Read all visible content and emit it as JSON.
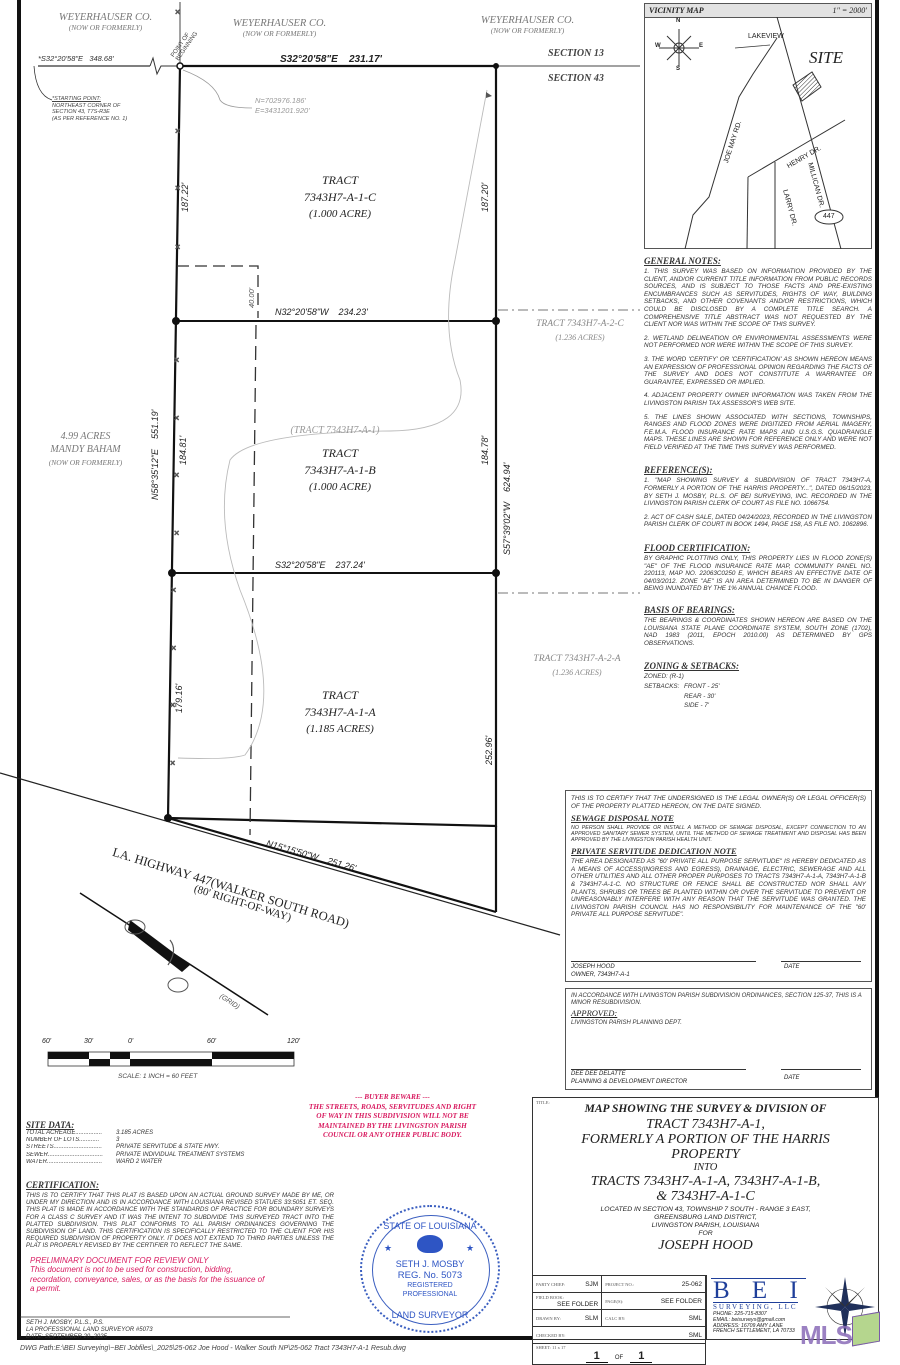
{
  "plat": {
    "adjoiners": {
      "north_left": {
        "name": "WEYERHAUSER CO.",
        "status": "(NOW OR FORMERLY)"
      },
      "north_right": {
        "name": "WEYERHAUSER CO.",
        "status": "(NOW OR FORMERLY)"
      },
      "west": {
        "acres": "4.99 ACRES",
        "name": "MANDY BAHAM",
        "status": "(NOW OR FORMERLY)"
      },
      "east_upper": {
        "name": "TRACT 7343H7-A-2-C",
        "acres": "(1.236 ACRES)"
      },
      "east_lower": {
        "name": "TRACT 7343H7-A-2-A",
        "acres": "(1.236 ACRES)"
      }
    },
    "starting_point": {
      "bearing": "*S32°20'58\"E",
      "distance": "348.68'",
      "label": "*STARTING POINT:",
      "lines": [
        "NORTHEAST CORNER OF",
        "SECTION 43, T7S-R3E",
        "(AS PER REFERENCE NO. 1)"
      ]
    },
    "point_of_beginning": {
      "label": "POINT OF BEGINNING",
      "north": "N=702976.186'",
      "east": "E=3431201.920'"
    },
    "sections": {
      "upper": "SECTION 13",
      "lower": "SECTION 43"
    },
    "boundary_calls": {
      "north": "S32°20'58\"E    231.17'",
      "line_c_b": "N32°20'58\"W    234.23'",
      "line_b_a": "S32°20'58\"E    237.24'",
      "south": "N15°15'50\"W    251.26'",
      "west_total": "N58°35'12\"E    551.19'",
      "east_total": "S57°39'02\"W    624.94'",
      "west_c": "187.22'",
      "east_c": "187.20'",
      "west_b": "184.81'",
      "east_b": "184.78'",
      "west_a": "179.16'",
      "east_a": "252.96'",
      "servitude_width": "40.00'"
    },
    "tracts": [
      {
        "label": "TRACT",
        "id": "7343H7-A-1-C",
        "area": "(1.000 ACRE)"
      },
      {
        "label": "TRACT",
        "id": "7343H7-A-1-B",
        "area": "(1.000 ACRE)"
      },
      {
        "label": "TRACT",
        "id": "7343H7-A-1-A",
        "area": "(1.185 ACRES)"
      }
    ],
    "parent_tract": "(TRACT 7343H7-A-1)",
    "highway": {
      "name": "LA. HIGHWAY 447(WALKER SOUTH ROAD)",
      "row": "(80' RIGHT-OF-WAY)"
    },
    "north_arrow_label": "(GRID)",
    "scale_bar": {
      "ticks": [
        "60'",
        "30'",
        "0'",
        "60'",
        "120'"
      ],
      "caption": "SCALE: 1 INCH = 60 FEET"
    }
  },
  "vicinity_map": {
    "title": "VICINITY MAP",
    "scale": "1\" = 2000'",
    "site": "SITE",
    "compass": {
      "n": "N",
      "s": "S",
      "e": "E",
      "w": "W"
    },
    "roads": [
      "LAKEVIEW",
      "JOE MAY RD.",
      "HENRY DR.",
      "MILLICAN DR.",
      "LARRY DR."
    ],
    "highway_shield": "447"
  },
  "general_notes": {
    "title": "GENERAL NOTES:",
    "items": [
      "1. THIS SURVEY WAS BASED ON INFORMATION PROVIDED BY THE CLIENT, AND/OR CURRENT TITLE INFORMATION FROM PUBLIC RECORDS SOURCES, AND IS SUBJECT TO THOSE FACTS AND PRE-EXISTING ENCUMBRANCES SUCH AS SERVITUDES, RIGHTS OF WAY, BUILDING SETBACKS, AND OTHER COVENANTS AND/OR RESTRICTIONS, WHICH COULD BE DISCLOSED BY A COMPLETE TITLE SEARCH. A COMPREHENSIVE TITLE ABSTRACT WAS NOT REQUESTED BY THE CLIENT NOR WAS WITHIN THE SCOPE OF THIS SURVEY.",
      "2. WETLAND DELINEATION OR ENVIRONMENTAL ASSESSMENTS WERE NOT PERFORMED NOR WERE WITHIN THE SCOPE OF THIS SURVEY.",
      "3. THE WORD 'CERTIFY' OR 'CERTIFICATION' AS SHOWN HEREON MEANS AN EXPRESSION OF PROFESSIONAL OPINION REGARDING THE FACTS OF THE SURVEY AND DOES NOT CONSTITUTE A WARRANTEE OR GUARANTEE, EXPRESSED OR IMPLIED.",
      "4. ADJACENT PROPERTY OWNER INFORMATION WAS TAKEN FROM THE LIVINGSTON PARISH TAX ASSESSOR'S WEB SITE.",
      "5. THE LINES SHOWN ASSOCIATED WITH SECTIONS, TOWNSHIPS, RANGES AND FLOOD ZONES WERE DIGITIZED FROM AERIAL IMAGERY, F.E.M.A. FLOOD INSURANCE RATE MAPS AND U.S.G.S. QUADRANGLE MAPS. THESE LINES ARE SHOWN FOR REFERENCE ONLY AND WERE NOT FIELD VERIFIED AT THE TIME THIS SURVEY WAS PERFORMED."
    ]
  },
  "references": {
    "title": "REFERENCE(S):",
    "items": [
      "1. \"MAP SHOWING SURVEY & SUBDIVISION OF TRACT 7343H7-A, FORMERLY A PORTION OF THE HARRIS PROPERTY...\", DATED 06/15/2023, BY SETH J. MOSBY, P.L.S. OF BEI SURVEYING, INC. RECORDED IN THE LIVINGSTON PARISH CLERK OF COURT AS FILE NO. 1066754.",
      "2. ACT OF CASH SALE, DATED 04/24/2023, RECORDED IN THE LIVINGSTON PARISH CLERK OF COURT IN BOOK 1494, PAGE 158, AS FILE NO. 1062896."
    ]
  },
  "flood_certification": {
    "title": "FLOOD CERTIFICATION:",
    "text": "BY GRAPHIC PLOTTING ONLY, THIS PROPERTY LIES IN FLOOD ZONE(S) \"AE\" OF THE FLOOD INSURANCE RATE MAP, COMMUNITY PANEL NO. 220113, MAP NO. 22063C0250 E, WHICH BEARS AN EFFECTIVE DATE OF 04/03/2012. ZONE \"AE\" IS AN AREA DETERMINED TO BE IN DANGER OF BEING INUNDATED BY THE 1% ANNUAL CHANCE FLOOD."
  },
  "basis_of_bearings": {
    "title": "BASIS OF BEARINGS:",
    "text": "THE BEARINGS & COORDINATES SHOWN HEREON ARE BASED ON THE LOUISIANA STATE PLANE COORDINATE SYSTEM, SOUTH ZONE (1702), NAD 1983 (2011, EPOCH 2010.00) AS DETERMINED BY GPS OBSERVATIONS."
  },
  "zoning": {
    "title": "ZONING & SETBACKS:",
    "zoned": "ZONED:  (R-1)",
    "setbacks_label": "SETBACKS:",
    "front": "FRONT - 25'",
    "rear": "REAR - 30'",
    "side": "SIDE - 7'"
  },
  "owner_box": {
    "intro": "THIS IS TO CERTIFY THAT THE UNDERSIGNED IS THE LEGAL OWNER(S) OR LEGAL OFFICER(S) OF THE PROPERTY PLATTED HEREON, ON THE DATE SIGNED.",
    "sewage_title": "SEWAGE DISPOSAL NOTE",
    "sewage_text": "NO PERSON SHALL PROVIDE OR INSTALL A METHOD OF SEWAGE DISPOSAL, EXCEPT CONNECTION TO AN APPROVED SANITARY SEWER SYSTEM, UNTIL THE METHOD OF SEWAGE TREATMENT AND DISPOSAL HAS BEEN APPROVED BY THE LIVINGSTON PARISH HEALTH UNIT.",
    "servitude_title": "PRIVATE SERVITUDE DEDICATION NOTE",
    "servitude_text": "THE AREA DESIGNATED AS \"60' PRIVATE ALL PURPOSE SERVITUDE\" IS HEREBY DEDICATED AS A MEANS OF ACCESS(INGRESS AND EGRESS), DRAINAGE, ELECTRIC, SEWERAGE AND ALL OTHER UTILITIES AND ALL OTHER PROPER PURPOSES TO TRACTS 7343H7-A-1-A, 7343H7-A-1-B & 7343H7-A-1-C. NO STRUCTURE OR FENCE SHALL BE CONSTRUCTED NOR SHALL ANY PLANTS, SHRUBS OR TREES BE PLANTED WITHIN OR OVER THE SERVITUDE TO PREVENT OR UNREASONABLY INTERFERE WITH ANY REASON THAT THE SERVITUDE WAS GRANTED.  THE LIVINGSTON PARISH COUNCIL HAS NO RESPONSIBILITY FOR MAINTENANCE OF THE \"60' PRIVATE ALL PURPOSE SERVITUDE\".",
    "signer_name": "JOSEPH HOOD",
    "signer_title": "OWNER, 7343H7-A-1",
    "date_label": "DATE"
  },
  "approval_box": {
    "intro": "IN ACCORDANCE WITH LIVINGSTON PARISH SUBDIVISION ORDINANCES, SECTION 125-37, THIS IS A MINOR RESUBDIVISION.",
    "approved": "APPROVED:",
    "dept": "LIVINGSTON PARISH PLANNING DEPT.",
    "signer_name": "DEE DEE DELATTE",
    "signer_title": "PLANNING & DEVELOPMENT DIRECTOR",
    "date_label": "DATE"
  },
  "buyer_beware": {
    "title": "--- BUYER BEWARE ---",
    "lines": [
      "THE STREETS, ROADS, SERVITUDES AND RIGHT",
      "OF WAY IN THIS SUBDIVISION WILL NOT BE",
      "MAINTAINED BY THE LIVINGSTON PARISH",
      "COUNCIL OR ANY OTHER PUBLIC BODY."
    ]
  },
  "site_data": {
    "title": "SITE DATA:",
    "rows": [
      {
        "label": "TOTAL ACREAGE................",
        "value": "3.185 ACRES"
      },
      {
        "label": "NUMBER OF LOTS............",
        "value": "3"
      },
      {
        "label": "STREETS.............................",
        "value": "PRIVATE SERVITUDE & STATE HWY."
      },
      {
        "label": "SEWER.................................",
        "value": "PRIVATE INDIVIDUAL TREATMENT SYSTEMS"
      },
      {
        "label": "WATER.................................",
        "value": "WARD 2 WATER"
      }
    ]
  },
  "certification": {
    "title": "CERTIFICATION:",
    "text": "THIS IS TO CERTIFY THAT THIS PLAT IS BASED UPON AN ACTUAL GROUND SURVEY MADE BY ME, OR UNDER MY DIRECTION AND IS IN ACCORDANCE WITH LOUISIANA REVISED STATUES 33:5051 ET. SEQ. THIS PLAT IS MADE IN ACCORDANCE WITH THE STANDARDS OF PRACTICE FOR BOUNDARY SURVEYS FOR A CLASS C SURVEY AND IT WAS THE INTENT TO SUBDIVIDE THIS SURVEYED TRACT INTO THE PLATTED SUBDIVISION. THIS PLAT CONFORMS TO ALL PARISH ORDINANCES GOVERNING THE SUBDIVISION OF LAND. THIS CERTIFICATION IS SPECIFICALLY RESTRICTED TO THE CLIENT FOR HIS REQUIRED SUBDIVISION OF PROPERTY ONLY. IT DOES NOT EXTEND TO THIRD PARTIES UNLESS THE PLAT IS PROPERLY REVISED BY THE CERTIFIER TO REFLECT THE SAME.",
    "preliminary_title": "PRELIMINARY DOCUMENT FOR REVIEW ONLY",
    "preliminary_text": "This document is not to be used for construction, bidding, recordation, conveyance, sales, or as the basis for the issuance of a permit.",
    "surveyor_name": "SETH J. MOSBY, P.L.S., P.S.",
    "surveyor_license": "LA PROFESSIONAL LAND SURVEYOR #5073",
    "date": "DATE: SEPTEMBER 20, 2025"
  },
  "seal": {
    "top": "STATE OF LOUISIANA",
    "name": "SETH J. MOSBY",
    "reg": "REG. No. 5073",
    "line1": "REGISTERED",
    "line2": "PROFESSIONAL",
    "bottom": "LAND SURVEYOR"
  },
  "title_block": {
    "tag": "TITLE:",
    "line1": "MAP SHOWING THE SURVEY & DIVISION OF",
    "line2": "TRACT 7343H7-A-1,",
    "line3": "FORMERLY A PORTION OF THE HARRIS",
    "line4": "PROPERTY",
    "line5": "INTO",
    "line6": "TRACTS 7343H7-A-1-A, 7343H7-A-1-B,",
    "line7": "& 7343H7-A-1-C",
    "loc1": "LOCATED IN SECTION 43, TOWNSHIP 7 SOUTH - RANGE 3 EAST,",
    "loc2": "GREENSBURG LAND DISTRICT,",
    "loc3": "LIVINGSTON PARISH, LOUISIANA",
    "for": "FOR",
    "client": "JOSEPH HOOD",
    "fields": [
      {
        "label": "PARTY CHIEF:",
        "value": "SJM",
        "label2": "PROJECT NO.:",
        "value2": "25-062"
      },
      {
        "label": "FIELD BOOK:",
        "value": "SEE FOLDER",
        "label2": "PAGE(S):",
        "value2": "SEE FOLDER"
      },
      {
        "label": "DRAWN BY:",
        "value": "SLM",
        "label2": "CALC BY:",
        "value2": "SML"
      },
      {
        "label": "CHECKED BY:",
        "value": "",
        "label2": "",
        "value2": "SML"
      }
    ],
    "sheet_label": "SHEET: 11 x 17",
    "sheet_no": "1",
    "sheet_of": "OF",
    "sheet_total": "1"
  },
  "company": {
    "logo": "B E I",
    "sub": "SURVEYING, LLC",
    "phone": "PHONE: 225-715-8307",
    "email": "EMAIL: beisurveys@gmail.com",
    "address": "ADDRESS: 16709 AMY LANE",
    "city": "FRENCH SETTLEMENT, LA 70733"
  },
  "watermark": "MLS",
  "dwg_path": "DWG Path:E:\\BEI Surveying\\~BEI Jobfiles\\_2025\\25-062 Joe Hood - Walker South NP\\25-062 Tract 7343H7-A-1 Resub.dwg"
}
